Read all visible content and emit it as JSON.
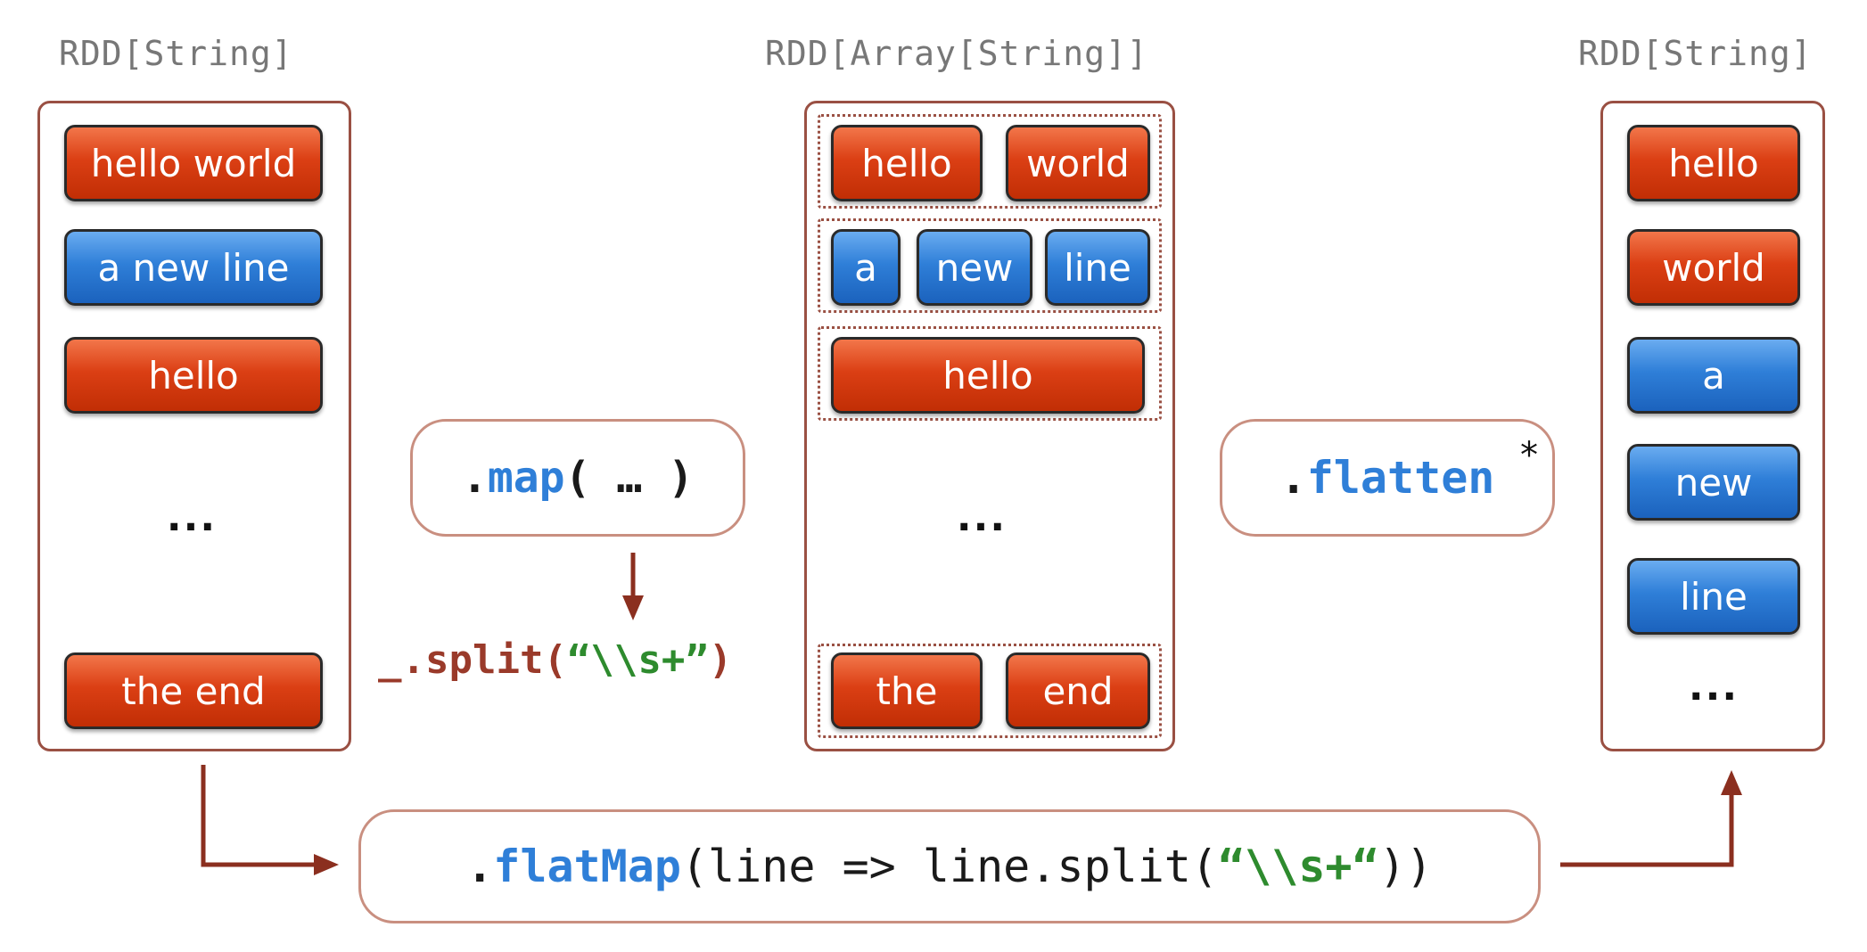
{
  "labels": {
    "left": "RDD[String]",
    "middle": "RDD[Array[String]]",
    "right": "RDD[String]"
  },
  "left_panel": {
    "items": [
      {
        "text": "hello world",
        "color": "red"
      },
      {
        "text": "a new line",
        "color": "blue"
      },
      {
        "text": "hello",
        "color": "red"
      },
      {
        "text": "the end",
        "color": "red"
      }
    ],
    "ellipsis": "..."
  },
  "middle_panel": {
    "groups": [
      [
        "hello",
        "world"
      ],
      [
        "a",
        "new",
        "line"
      ],
      [
        "hello"
      ],
      [
        "the",
        "end"
      ]
    ],
    "ellipsis": "..."
  },
  "right_panel": {
    "items": [
      {
        "text": "hello",
        "color": "red"
      },
      {
        "text": "world",
        "color": "red"
      },
      {
        "text": "a",
        "color": "blue"
      },
      {
        "text": "new",
        "color": "blue"
      },
      {
        "text": "line",
        "color": "blue"
      }
    ],
    "ellipsis": "..."
  },
  "map_op": {
    "dot": ".",
    "name": "map",
    "args": "( … )"
  },
  "split_op": {
    "underscore": "_",
    "method": ".split(",
    "arg": "“\\\\s+”",
    "close": ")"
  },
  "flatten_op": {
    "dot": ".",
    "name": "flatten",
    "note": "*"
  },
  "flatmap_op": {
    "dot": ".",
    "name": "flatMap",
    "args_start": "(line => line.split(",
    "arg": "“\\\\s+“",
    "args_end": "))"
  },
  "colors": {
    "red": "#db3f14",
    "blue": "#2f7fd8",
    "border": "#9a5043",
    "arrow": "#8b2f1f",
    "code_blue": "#2f7fd8",
    "code_green": "#2e8b2e"
  }
}
